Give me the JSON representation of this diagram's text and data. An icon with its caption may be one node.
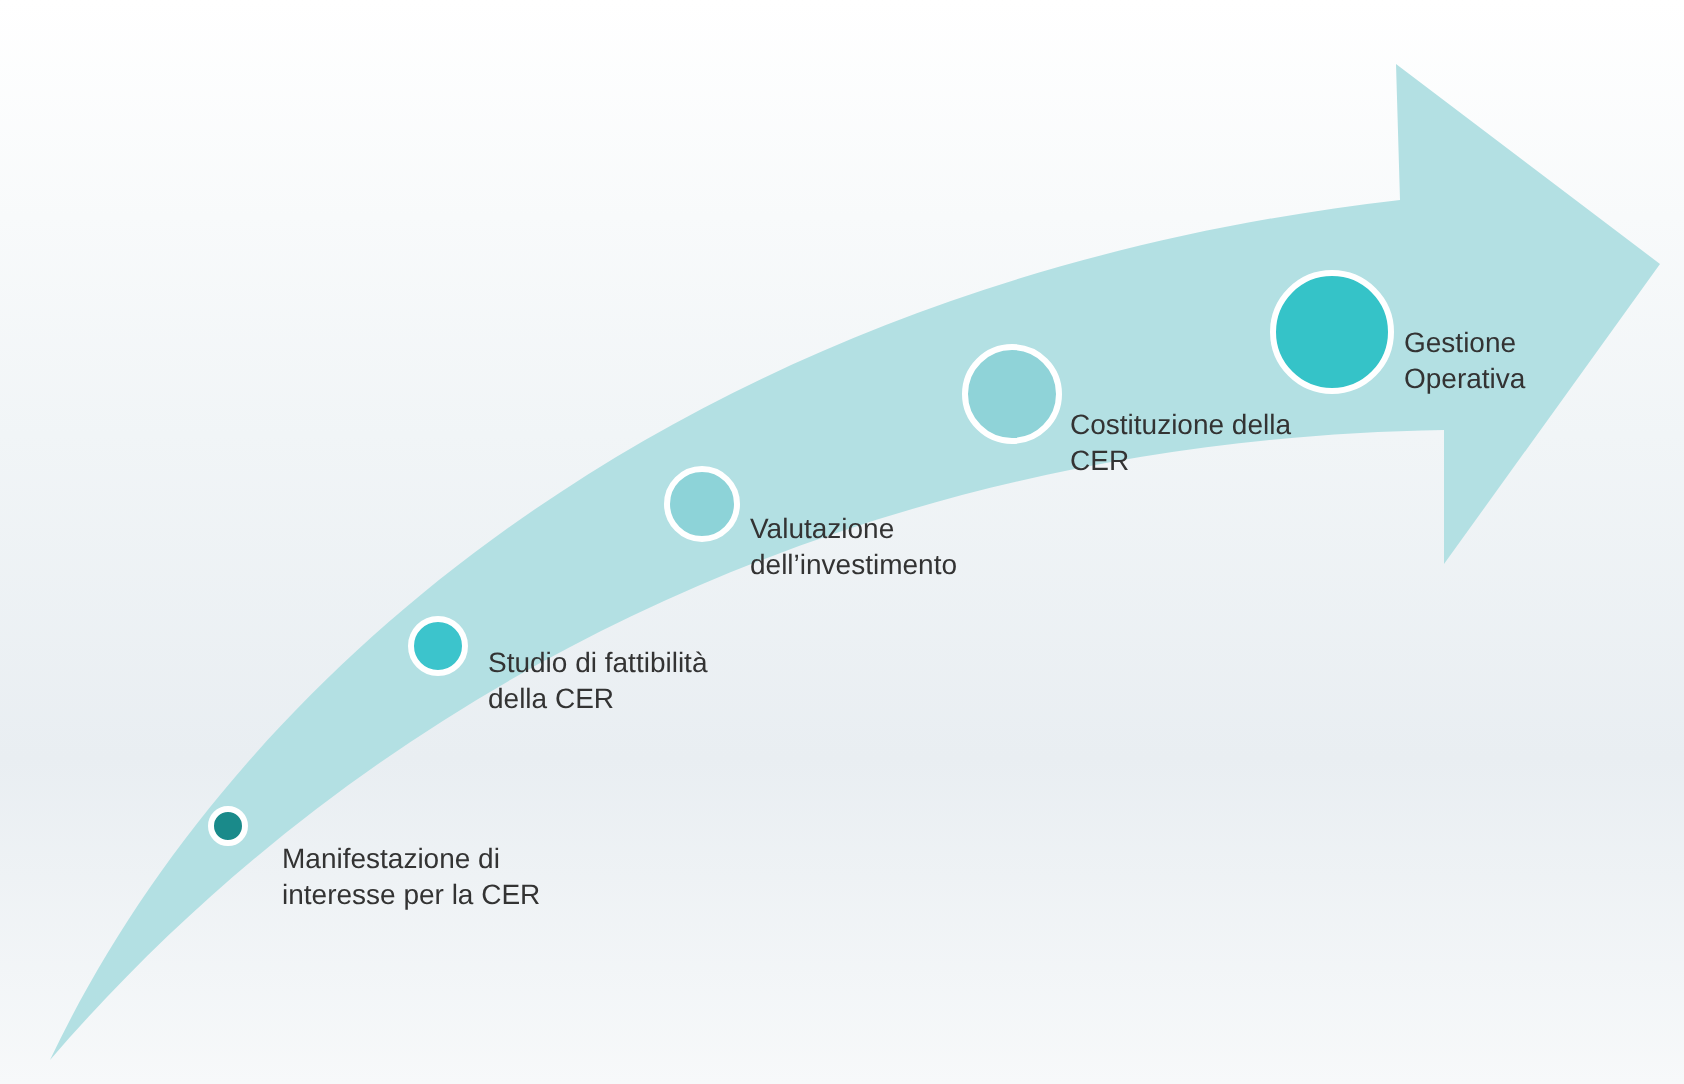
{
  "diagram": {
    "nodes": [
      {
        "text": [],
        "shape": "circle",
        "beside": [
          "Manifestazione di interesse per la CER"
        ]
      },
      {
        "text": [],
        "shape": "circle",
        "beside": [
          "Studio di fattibilità della CER"
        ]
      },
      {
        "text": [],
        "shape": "circle",
        "beside": [
          "Valutazione dell’investimento"
        ]
      },
      {
        "text": [],
        "shape": "circle",
        "beside": [
          "Costituzione della CER"
        ]
      },
      {
        "text": [],
        "shape": "circle",
        "beside": [
          "Gestione Operativa"
        ]
      }
    ]
  }
}
